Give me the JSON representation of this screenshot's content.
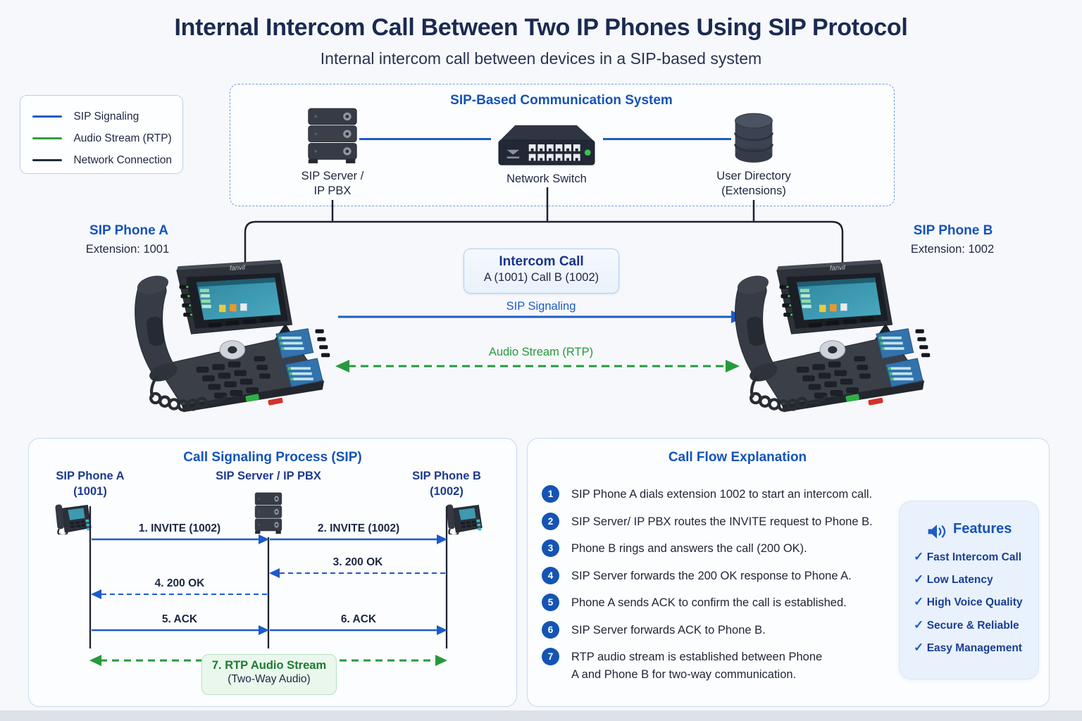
{
  "page": {
    "title": "Internal Intercom Call Between Two IP Phones Using SIP Protocol",
    "subtitle": "Internal intercom call between devices in a SIP-based system"
  },
  "legend": {
    "items": [
      {
        "label": "SIP Signaling",
        "color": "#1d5bc8"
      },
      {
        "label": "Audio Stream (RTP)",
        "color": "#2f9e46"
      },
      {
        "label": "Network Connection",
        "color": "#232c3d"
      }
    ]
  },
  "system": {
    "title": "SIP-Based Communication System",
    "server_label1": "SIP Server /",
    "server_label2": "IP PBX",
    "switch_label": "Network Switch",
    "directory_label1": "User Directory",
    "directory_label2": "(Extensions)"
  },
  "phones": {
    "brand": "fanvil",
    "a": {
      "name": "SIP Phone A",
      "extension": "Extension: 1001"
    },
    "b": {
      "name": "SIP Phone B",
      "extension": "Extension: 1002"
    }
  },
  "intercom": {
    "title": "Intercom Call",
    "subtitle": "A (1001) Call B (1002)",
    "sip_label": "SIP Signaling",
    "rtp_label": "Audio Stream (RTP)"
  },
  "signaling": {
    "title": "Call Signaling Process (SIP)",
    "columns": [
      {
        "title": "SIP Phone A",
        "sub": "(1001)"
      },
      {
        "title": "SIP Server / IP PBX",
        "sub": ""
      },
      {
        "title": "SIP Phone B",
        "sub": "(1002)"
      }
    ],
    "messages": [
      {
        "label": "1. INVITE (1002)"
      },
      {
        "label": "2. INVITE (1002)"
      },
      {
        "label": "3. 200 OK"
      },
      {
        "label": "4. 200 OK"
      },
      {
        "label": "5. ACK"
      },
      {
        "label": "6. ACK"
      }
    ],
    "rtp_line1": "7. RTP Audio Stream",
    "rtp_line2": "(Two-Way Audio)"
  },
  "flow": {
    "title": "Call Flow Explanation",
    "steps": [
      {
        "num": "1",
        "text": "SIP Phone A dials extension 1002 to start an intercom call."
      },
      {
        "num": "2",
        "text": "SIP Server/ IP PBX routes the INVITE request to Phone B."
      },
      {
        "num": "3",
        "text": "Phone B rings and answers the call (200 OK)."
      },
      {
        "num": "4",
        "text": "SIP Server forwards the 200 OK response to Phone A."
      },
      {
        "num": "5",
        "text": "Phone A sends ACK to confirm the call is established."
      },
      {
        "num": "6",
        "text": "SIP Server forwards ACK to Phone B."
      },
      {
        "num": "7",
        "text": "RTP audio stream is established between Phone A and Phone B for two-way communication."
      }
    ]
  },
  "features": {
    "title": "Features",
    "check_glyph": "✓",
    "items": [
      "Fast Intercom Call",
      "Low Latency",
      "High Voice Quality",
      "Secure & Reliable",
      "Easy Management"
    ]
  },
  "colors": {
    "background": "#f6f8fb",
    "title_navy": "#1a2a52",
    "heading_blue": "#1553b8",
    "arrow_blue": "#1d5bc8",
    "arrow_green": "#27993d",
    "green_text": "#1d7a31",
    "step_circle": "#1454b4",
    "network_line": "#1c2333"
  }
}
